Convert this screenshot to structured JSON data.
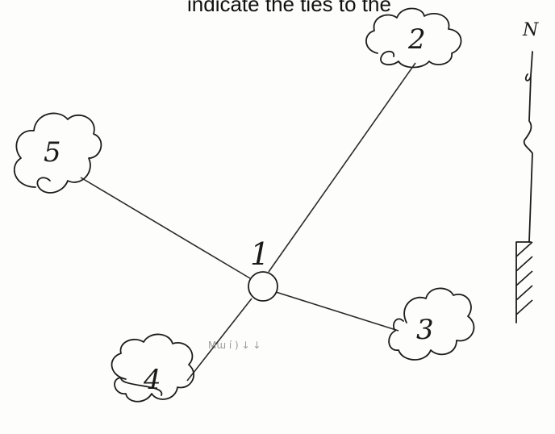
{
  "header_text": "indicate the ties to the",
  "faint_scribble": "Mɯ í ) ↓ ↓",
  "north_arrow": {
    "label": "N"
  },
  "nodes": [
    {
      "id": "1",
      "label": "1",
      "shape": "circle"
    },
    {
      "id": "2",
      "label": "2",
      "shape": "cloud"
    },
    {
      "id": "3",
      "label": "3",
      "shape": "cloud"
    },
    {
      "id": "4",
      "label": "4",
      "shape": "cloud"
    },
    {
      "id": "5",
      "label": "5",
      "shape": "cloud"
    }
  ],
  "edges": [
    {
      "from": "1",
      "to": "2"
    },
    {
      "from": "1",
      "to": "3"
    },
    {
      "from": "1",
      "to": "4"
    },
    {
      "from": "1",
      "to": "5"
    }
  ]
}
